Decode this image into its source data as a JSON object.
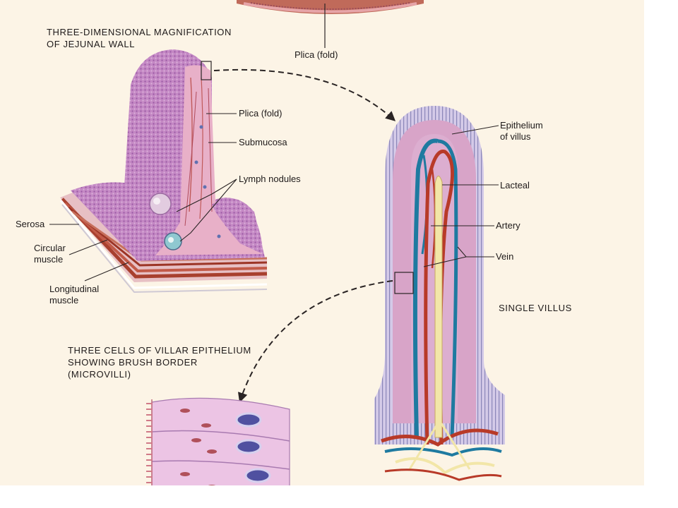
{
  "titles": {
    "magnification": [
      "THREE-DIMENSIONAL MAGNIFICATION",
      "OF JEJUNAL WALL"
    ],
    "single_villus": "SINGLE VILLUS",
    "villar_cells": [
      "THREE CELLS OF VILLAR EPITHELIUM",
      "SHOWING BRUSH BORDER",
      "(MICROVILLI)"
    ]
  },
  "labels": {
    "plica_top": "Plica (fold)",
    "plica_fold": "Plica (fold)",
    "submucosa": "Submucosa",
    "lymph_nodules": "Lymph nodules",
    "serosa": "Serosa",
    "circular_muscle": [
      "Circular",
      "muscle"
    ],
    "longitudinal_muscle": [
      "Longitudinal",
      "muscle"
    ],
    "epithelium_of_villus": [
      "Epithelium",
      "of villus"
    ],
    "lacteal": "Lacteal",
    "artery": "Artery",
    "vein": "Vein"
  },
  "colors": {
    "background": "#fcf4e6",
    "tissue_purple": "#b878b8",
    "mucosa_pink": "#e8b0c8",
    "epithelium_lilac": "#c8bce0",
    "artery_red": "#b83a28",
    "vein_blue": "#1e7aa0",
    "lacteal_yellow": "#f2e6a8",
    "cell_pink": "#ecc4e4",
    "nucleus_blue": "#5050a0",
    "muscle_red": "#a8402e"
  }
}
